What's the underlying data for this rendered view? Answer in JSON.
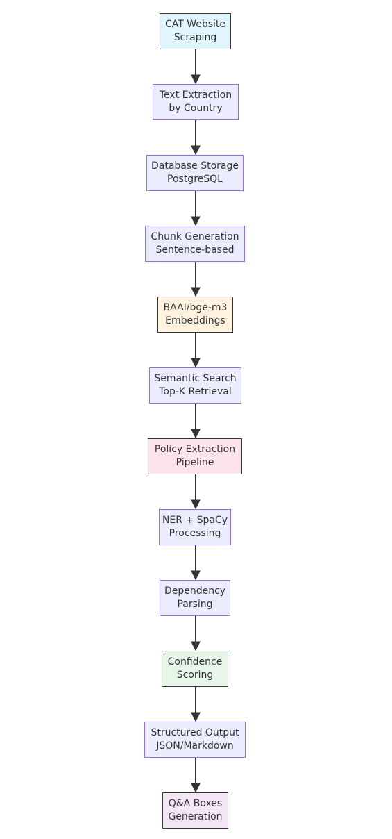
{
  "nodes": [
    {
      "id": "scrape",
      "lines": [
        "CAT Website",
        "Scraping"
      ],
      "fill": "#E1F5FE",
      "stroke": "#333333"
    },
    {
      "id": "extract",
      "lines": [
        "Text Extraction",
        "by Country"
      ],
      "fill": "#ECECFF",
      "stroke": "#9370DB"
    },
    {
      "id": "db",
      "lines": [
        "Database Storage",
        "PostgreSQL"
      ],
      "fill": "#ECECFF",
      "stroke": "#9370DB"
    },
    {
      "id": "chunk",
      "lines": [
        "Chunk Generation",
        "Sentence-based"
      ],
      "fill": "#ECECFF",
      "stroke": "#9370DB"
    },
    {
      "id": "embed",
      "lines": [
        "BAAI/bge-m3",
        "Embeddings"
      ],
      "fill": "#FFF3E0",
      "stroke": "#333333"
    },
    {
      "id": "search",
      "lines": [
        "Semantic Search",
        "Top-K Retrieval"
      ],
      "fill": "#ECECFF",
      "stroke": "#9370DB"
    },
    {
      "id": "policy",
      "lines": [
        "Policy Extraction",
        "Pipeline"
      ],
      "fill": "#FCE4EC",
      "stroke": "#333333"
    },
    {
      "id": "ner",
      "lines": [
        "NER + SpaCy",
        "Processing"
      ],
      "fill": "#ECECFF",
      "stroke": "#9370DB"
    },
    {
      "id": "dep",
      "lines": [
        "Dependency",
        "Parsing"
      ],
      "fill": "#ECECFF",
      "stroke": "#9370DB"
    },
    {
      "id": "conf",
      "lines": [
        "Confidence",
        "Scoring"
      ],
      "fill": "#E8F5E9",
      "stroke": "#333333"
    },
    {
      "id": "output",
      "lines": [
        "Structured Output",
        "JSON/Markdown"
      ],
      "fill": "#ECECFF",
      "stroke": "#9370DB"
    },
    {
      "id": "qa",
      "lines": [
        "Q&A Boxes",
        "Generation"
      ],
      "fill": "#F3E5F5",
      "stroke": "#333333"
    }
  ],
  "edges": [
    [
      "scrape",
      "extract"
    ],
    [
      "extract",
      "db"
    ],
    [
      "db",
      "chunk"
    ],
    [
      "chunk",
      "embed"
    ],
    [
      "embed",
      "search"
    ],
    [
      "search",
      "policy"
    ],
    [
      "policy",
      "ner"
    ],
    [
      "ner",
      "dep"
    ],
    [
      "dep",
      "conf"
    ],
    [
      "conf",
      "output"
    ],
    [
      "output",
      "qa"
    ]
  ]
}
